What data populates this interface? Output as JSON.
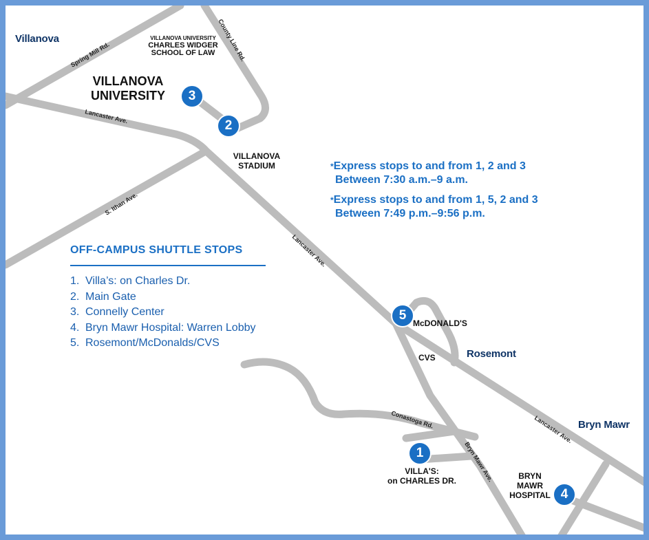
{
  "map": {
    "places": {
      "villanova": "Villanova",
      "rosemont": "Rosemont",
      "bryn_mawr": "Bryn Mawr"
    },
    "landmarks": {
      "law_school_line1": "VILLANOVA UNIVERSITY",
      "law_school_line2": "CHARLES WIDGER",
      "law_school_line3": "SCHOOL OF LAW",
      "university_line1": "VILLANOVA",
      "university_line2": "UNIVERSITY",
      "stadium_line1": "VILLANOVA",
      "stadium_line2": "STADIUM",
      "mcdonalds": "McDONALD'S",
      "cvs": "CVS",
      "villas_line1": "VILLA'S:",
      "villas_line2": "on CHARLES DR.",
      "hospital_line1": "BRYN",
      "hospital_line2": "MAWR",
      "hospital_line3": "HOSPITAL"
    },
    "roads": {
      "spring_mill": "Spring Mill Rd.",
      "county_line": "County Line Rd.",
      "lancaster_1": "Lancaster Ave.",
      "lancaster_2": "Lancaster Ave.",
      "lancaster_3": "Lancaster Ave.",
      "ithan": "S. Ithan Ave.",
      "conestoga": "Conastoga Rd.",
      "bryn_mawr_ave": "Bryn Mawr Ave."
    },
    "markers": {
      "m1": "1",
      "m2": "2",
      "m3": "3",
      "m4": "4",
      "m5": "5"
    },
    "express": [
      {
        "star": "*",
        "line1": "Express stops to and from 1, 2 and 3",
        "line2": "Between 7:30 a.m.–9 a.m."
      },
      {
        "star": "*",
        "line1": "Express stops to and from 1, 5, 2 and 3",
        "line2": "Between 7:49 p.m.–9:56 p.m."
      }
    ],
    "legend": {
      "title": "OFF-CAMPUS SHUTTLE STOPS",
      "items": [
        {
          "num": "1.",
          "label": "Villa’s: on Charles Dr."
        },
        {
          "num": "2.",
          "label": "Main Gate"
        },
        {
          "num": "3.",
          "label": "Connelly Center"
        },
        {
          "num": "4.",
          "label": "Bryn Mawr Hospital: Warren Lobby"
        },
        {
          "num": "5.",
          "label": "Rosemont/McDonalds/CVS"
        }
      ]
    },
    "colors": {
      "frame": "#6a9bd8",
      "road": "#bcbcbc",
      "marker": "#1a6fc4",
      "place_text": "#0f3466",
      "accent_text": "#1a6fc4"
    }
  }
}
